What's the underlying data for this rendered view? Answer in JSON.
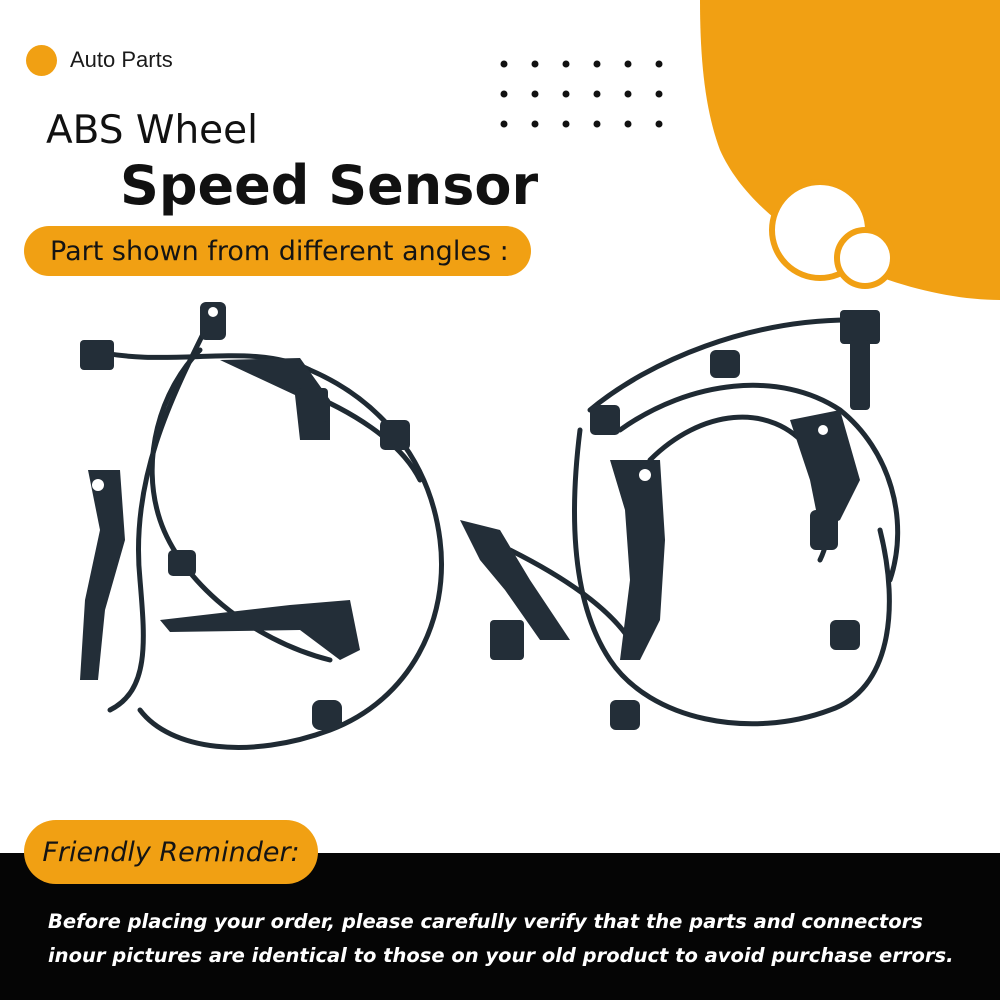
{
  "brand": {
    "label": "Auto Parts",
    "dot_icon": "orange-dot-icon"
  },
  "title": {
    "line1": "ABS Wheel",
    "line2": "Speed Sensor"
  },
  "angles_label": "Part shown from different angles :",
  "reminder": {
    "label": "Friendly Reminder:",
    "line1": "Before placing your order, please carefully verify that the parts and connectors",
    "line2": "inour pictures are identical to those on your old product to avoid purchase errors."
  },
  "colors": {
    "accent": "#F1A013",
    "footer_bg": "#050505",
    "text_dark": "#111111",
    "cable": "#1f2a33"
  },
  "product_image": {
    "icon": "abs-sensor-harness-icon"
  }
}
